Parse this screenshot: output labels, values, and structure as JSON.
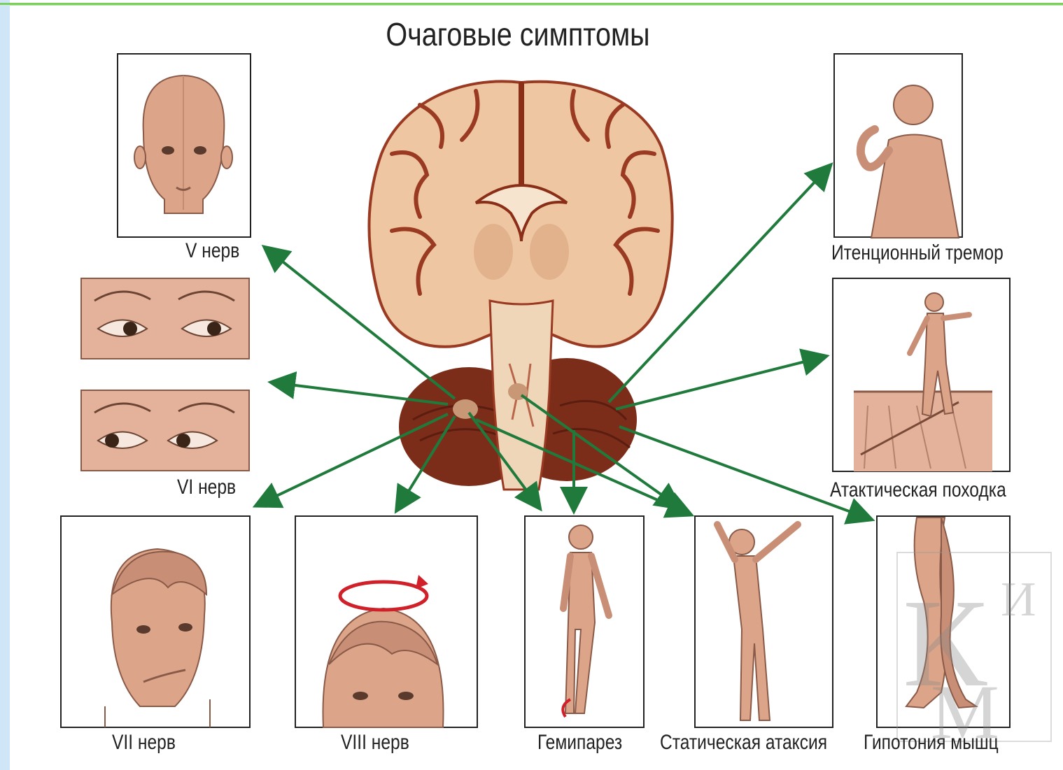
{
  "title": "Очаговые симптомы",
  "labels": {
    "v_nerve": "V нерв",
    "vi_nerve": "VI нерв",
    "vii_nerve": "VII нерв",
    "viii_nerve": "VIII нерв",
    "hemiparesis": "Гемипарез",
    "static_ataxia": "Статическая атаксия",
    "muscle_hypotonia": "Гипотония мышц",
    "intention_tremor": "Итенционный тремор",
    "ataxic_gait": "Атактическая походка"
  },
  "watermark": "КИМ",
  "colors": {
    "arrow": "#1f7a3c",
    "skin": "#dca58a",
    "skin_dark": "#8a5a48",
    "brain_light": "#f0cfae",
    "brain_dark": "#9a3a22",
    "cerebellum": "#7c2d19",
    "rotation_arrow": "#d0202a",
    "accent_line": "#7ccf5a"
  },
  "icons": [
    "brain-section",
    "face-icon",
    "eyes-icon",
    "figure-icon",
    "rotation-arrow-icon"
  ]
}
